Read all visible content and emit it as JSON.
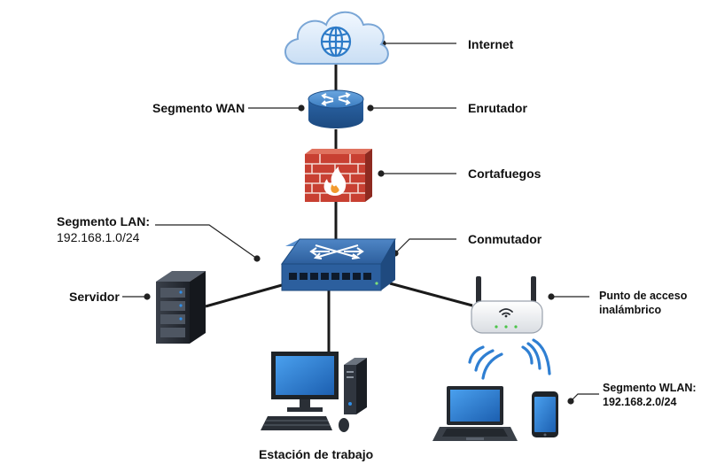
{
  "labels": {
    "internet": "Internet",
    "wan_segment": "Segmento WAN",
    "router": "Enrutador",
    "firewall": "Cortafuegos",
    "lan_segment_line1": "Segmento LAN:",
    "lan_segment_line2": "192.168.1.0/24",
    "switch": "Conmutador",
    "server": "Servidor",
    "access_point_line1": "Punto de acceso",
    "access_point_line2": "inalámbrico",
    "workstation": "Estación de trabajo",
    "wlan_segment_line1": "Segmento WLAN:",
    "wlan_segment_line2": "192.168.2.0/24"
  },
  "colors": {
    "cloud": "#dcebfa",
    "globe": "#2d7bc8",
    "router": "#2f6fb5",
    "firewall_brick": "#c84032",
    "switch": "#2c5f9e",
    "server": "#2a2f37",
    "screen": "#2f7fd2",
    "wifi_waves": "#2f7fd2",
    "link": "#1a1a1a"
  },
  "icons": [
    "cloud-icon",
    "globe-icon",
    "router-icon",
    "firewall-icon",
    "switch-icon",
    "server-icon",
    "access-point-icon",
    "desktop-icon",
    "laptop-icon",
    "smartphone-icon",
    "wifi-signal-icon"
  ]
}
